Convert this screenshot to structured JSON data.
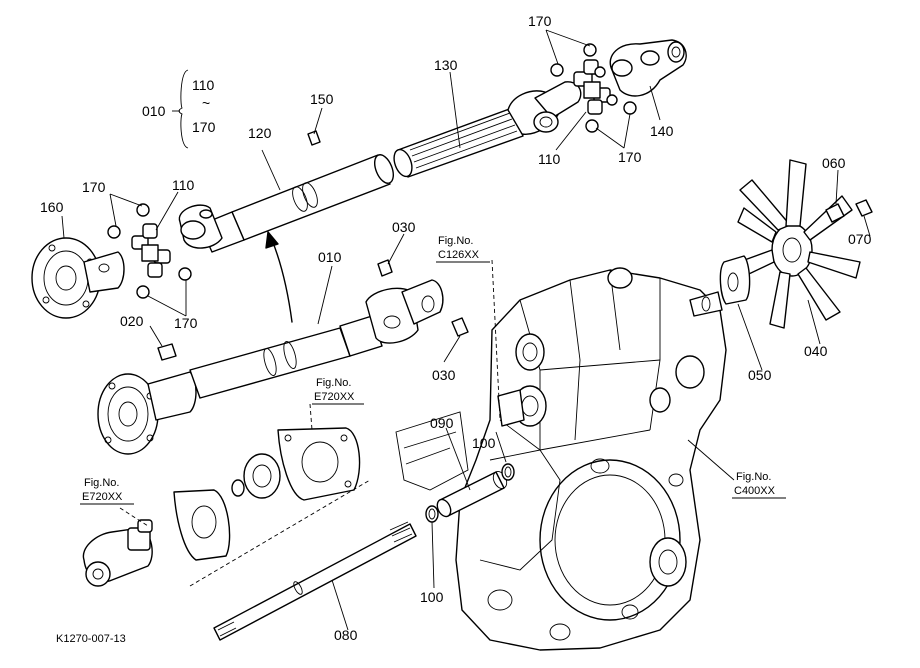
{
  "callouts": {
    "c010_group": "010",
    "c110_range_start": "110",
    "range_tilde": "~",
    "c170_range_end": "170",
    "c150": "150",
    "c120": "120",
    "c130": "130",
    "c170_top": "170",
    "c140": "140",
    "c110_right": "110",
    "c170_right": "170",
    "c170_left_top": "170",
    "c110_left": "110",
    "c160": "160",
    "c170_left_bottom": "170",
    "c030_top": "030",
    "c010": "010",
    "c020": "020",
    "c030_bottom": "030",
    "c060": "060",
    "c070": "070",
    "c040": "040",
    "c050": "050",
    "c090": "090",
    "c100_upper": "100",
    "c100_lower": "100",
    "c080": "080"
  },
  "fig_refs": {
    "c126_line1": "Fig.No.",
    "c126_line2": "C126XX",
    "e720_mid_line1": "Fig.No.",
    "e720_mid_line2": "E720XX",
    "e720_left_line1": "Fig.No.",
    "e720_left_line2": "E720XX",
    "c400_line1": "Fig.No.",
    "c400_line2": "C400XX"
  },
  "drawing_code": "K1270-007-13"
}
